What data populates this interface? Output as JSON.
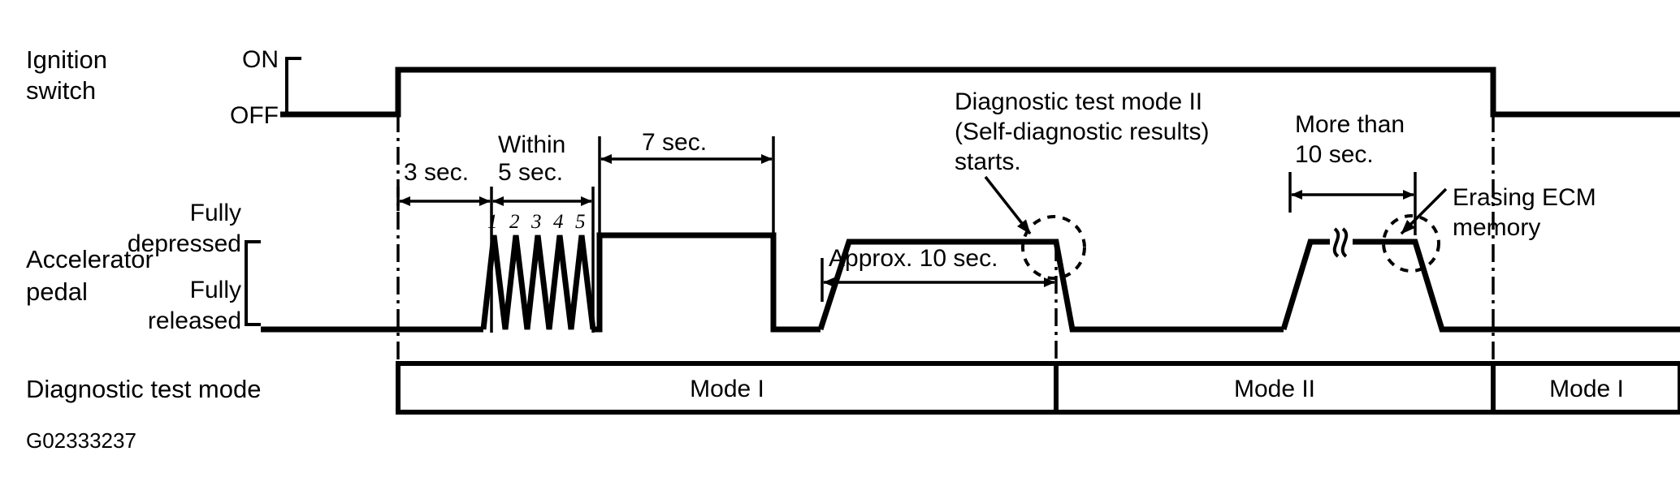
{
  "figure": {
    "id_code": "G02333237",
    "row_labels": {
      "ignition_switch": "Ignition\nswitch",
      "ignition_switch_line1": "Ignition",
      "ignition_switch_line2": "switch",
      "accelerator_pedal_line1": "Accelerator",
      "accelerator_pedal_line2": "pedal",
      "diagnostic_test_mode": "Diagnostic test mode"
    },
    "axis_levels": {
      "ignition_on": "ON",
      "ignition_off": "OFF",
      "pedal_depressed_line1": "Fully",
      "pedal_depressed_line2": "depressed",
      "pedal_released_line1": "Fully",
      "pedal_released_line2": "released"
    },
    "annotations": {
      "three_sec": "3 sec.",
      "within_line1": "Within",
      "within_line2": "5 sec.",
      "seven_sec": "7 sec.",
      "approx_ten_sec": "Approx. 10 sec.",
      "more_than_line1": "More than",
      "more_than_line2": "10 sec.",
      "diag_mode2_line1": "Diagnostic test mode II",
      "diag_mode2_line2": "(Self-diagnostic results)",
      "diag_mode2_line3": "starts.",
      "erasing_line1": "Erasing ECM",
      "erasing_line2": "memory"
    },
    "pulse_counts": [
      "1",
      "2",
      "3",
      "4",
      "5"
    ],
    "mode_bar": [
      {
        "label": "Mode I"
      },
      {
        "label": "Mode II"
      },
      {
        "label": "Mode I"
      }
    ],
    "colors": {
      "stroke": "#000000",
      "background": "#ffffff"
    }
  },
  "chart_data": {
    "type": "line",
    "title": "Diagnostic test mode timing chart",
    "xlabel": "",
    "ylabel": "",
    "grid": false,
    "legend_position": "none",
    "series": [
      {
        "name": "Ignition switch",
        "states": [
          "OFF",
          "ON",
          "OFF"
        ],
        "transitions": [
          {
            "at": "start",
            "level": "OFF"
          },
          {
            "at": "ignition-on",
            "level": "ON"
          },
          {
            "at": "ignition-off",
            "level": "OFF"
          }
        ]
      },
      {
        "name": "Accelerator pedal",
        "states": [
          "Fully released",
          "Fully depressed"
        ],
        "events": [
          {
            "label": "3 sec.",
            "description": "delay after ignition ON before pumping"
          },
          {
            "label": "Within 5 sec.",
            "description": "five pedal pumps"
          },
          {
            "label": "7 sec.",
            "description": "pedal held fully depressed"
          },
          {
            "label": "Approx. 10 sec.",
            "description": "pedal held depressed until Diagnostic test mode II starts"
          },
          {
            "label": "More than 10 sec.",
            "description": "pedal held depressed to erase ECM memory"
          }
        ]
      }
    ],
    "mode_timeline": [
      "Mode I",
      "Mode II",
      "Mode I"
    ]
  }
}
